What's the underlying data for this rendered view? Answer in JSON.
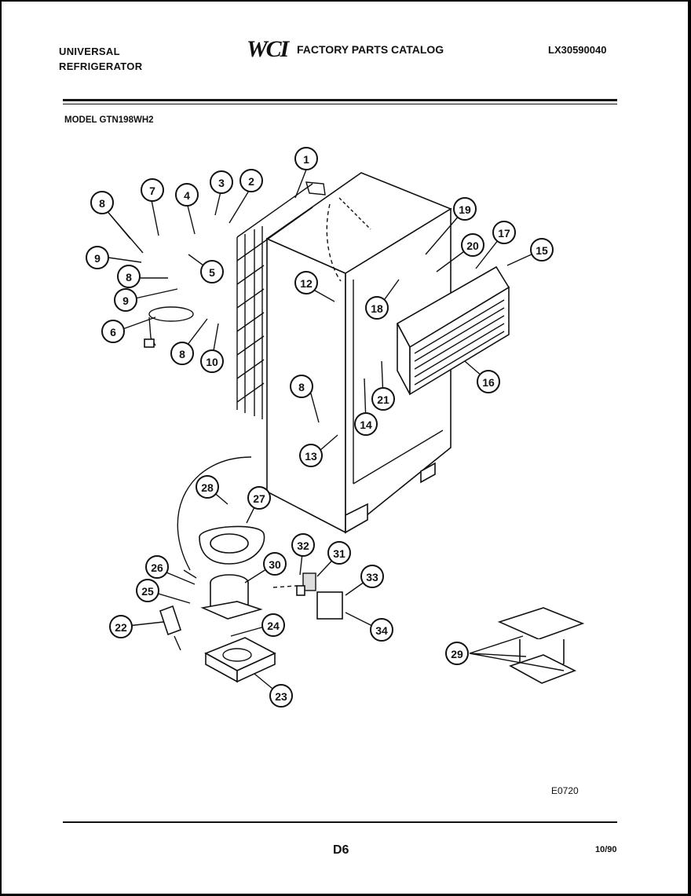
{
  "header": {
    "brand_line1": "UNIVERSAL",
    "brand_line2": "REFRIGERATOR",
    "logo_text": "WCI",
    "catalog_title": "FACTORY PARTS CATALOG",
    "catalog_number": "LX30590040"
  },
  "model_label": "MODEL GTN198WH2",
  "diagram": {
    "callouts": [
      "1",
      "2",
      "3",
      "4",
      "5",
      "6",
      "7",
      "8",
      "9",
      "10",
      "12",
      "13",
      "14",
      "15",
      "16",
      "17",
      "18",
      "19",
      "20",
      "21",
      "22",
      "23",
      "24",
      "25",
      "26",
      "27",
      "28",
      "29",
      "30",
      "31",
      "32",
      "33",
      "34"
    ],
    "drawing_code": "E0720"
  },
  "footer": {
    "page": "D6",
    "date": "10/90"
  }
}
